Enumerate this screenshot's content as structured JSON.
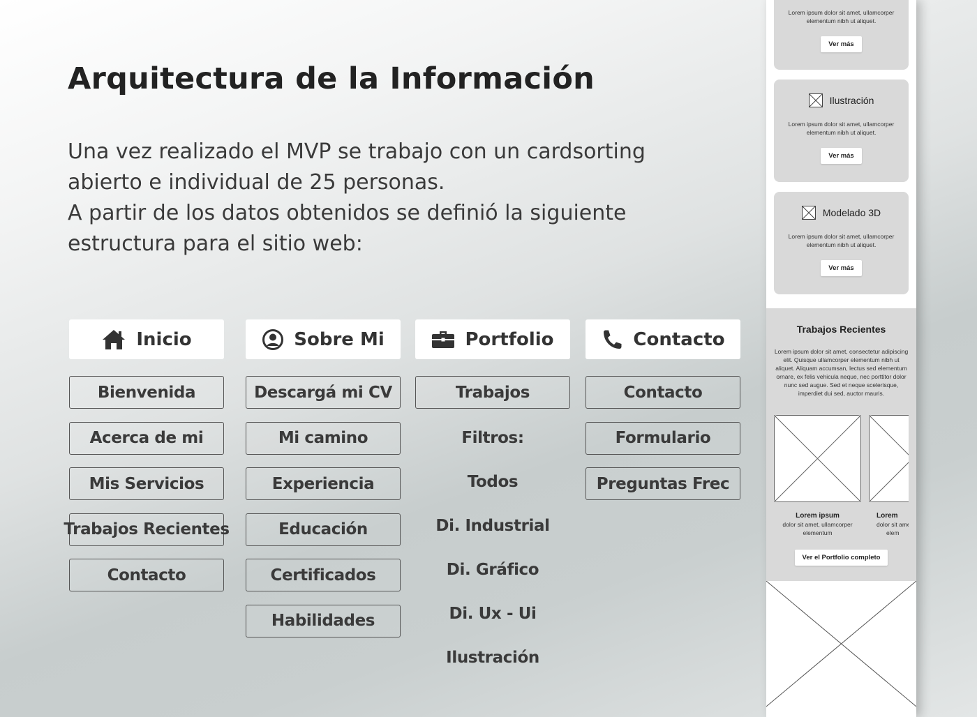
{
  "title": "Arquitectura de la Información",
  "intro": {
    "line1": "Una vez realizado el MVP se trabajo con un cardsorting",
    "line2": "abierto e individual de 25 personas.",
    "line3": "A partir de los datos obtenidos se definió la siguiente",
    "line4": "estructura para el sitio web:"
  },
  "columns": [
    {
      "header": "Inicio",
      "icon": "home-icon",
      "items": [
        "Bienvenida",
        "Acerca de mi",
        "Mis Servicios",
        "Trabajos Recientes",
        "Contacto"
      ]
    },
    {
      "header": "Sobre Mi",
      "icon": "user-circle-icon",
      "items": [
        "Descargá mi CV",
        "Mi camino",
        "Experiencia",
        "Educación",
        "Certificados",
        "Habilidades"
      ]
    },
    {
      "header": "Portfolio",
      "icon": "briefcase-icon",
      "items": [
        "Trabajos"
      ],
      "plain_items": [
        "Filtros:",
        "Todos",
        "Di. Industrial",
        "Di. Gráfico",
        "Di. Ux - Ui",
        "Ilustración"
      ]
    },
    {
      "header": "Contacto",
      "icon": "phone-icon",
      "items": [
        "Contacto",
        "Formulario",
        "Preguntas Frec"
      ]
    }
  ],
  "mockup": {
    "card_text": "Lorem ipsum dolor sit amet,  ullamcorper elementum nibh ut aliquet.",
    "card_button": "Ver más",
    "cards": [
      {
        "title": ""
      },
      {
        "title": "Ilustración"
      },
      {
        "title": "Modelado 3D"
      }
    ],
    "recent": {
      "title": "Trabajos Recientes",
      "text": "Lorem ipsum dolor sit amet, consectetur adipiscing elit. Quisque ullamcorper elementum nibh ut aliquet. Aliquam accumsan, lectus sed elementum ornare, ex felis vehicula neque, nec porttitor dolor nunc sed augue. Sed et neque scelerisque, imperdiet dui sed, auctor mauris.",
      "items": [
        {
          "title": "Lorem ipsum",
          "text1": "dolor sit amet, ullamcorper",
          "text2": "elementum"
        },
        {
          "title": "Lorem",
          "text1": "dolor sit amet",
          "text2": "elem"
        }
      ],
      "button": "Ver el Portfolio completo"
    }
  }
}
